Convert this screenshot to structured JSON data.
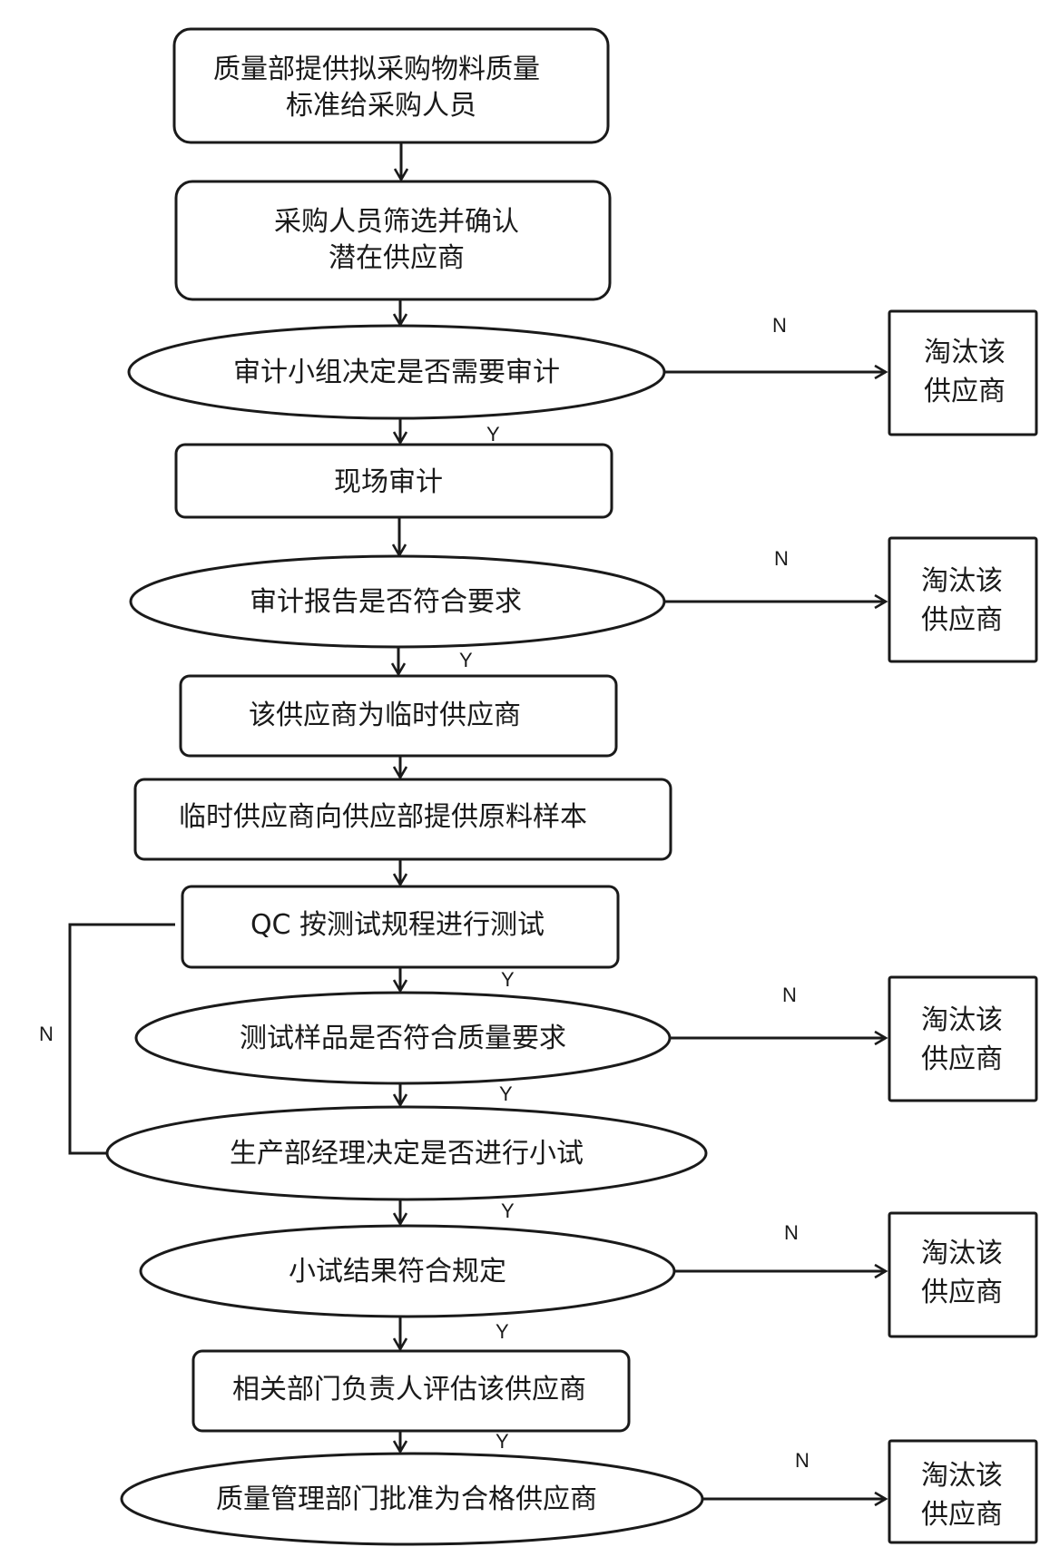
{
  "steps": {
    "s1": [
      "质量部提供拟采购物料质量",
      "标准给采购人员"
    ],
    "s2": [
      "采购人员筛选并确认",
      "潜在供应商"
    ],
    "d1": "审计小组决定是否需要审计",
    "s3": "现场审计",
    "d2": "审计报告是否符合要求",
    "s4": "该供应商为临时供应商",
    "s5": "临时供应商向供应部提供原料样本",
    "s6": "QC 按测试规程进行测试",
    "d3": "测试样品是否符合质量要求",
    "d4": "生产部经理决定是否进行小试",
    "d5": "小试结果符合规定",
    "s7": "相关部门负责人评估该供应商",
    "d6": "质量管理部门批准为合格供应商"
  },
  "reject_box": [
    "淘汰该",
    "供应商"
  ],
  "labels": {
    "yes": "Y",
    "no": "N"
  }
}
